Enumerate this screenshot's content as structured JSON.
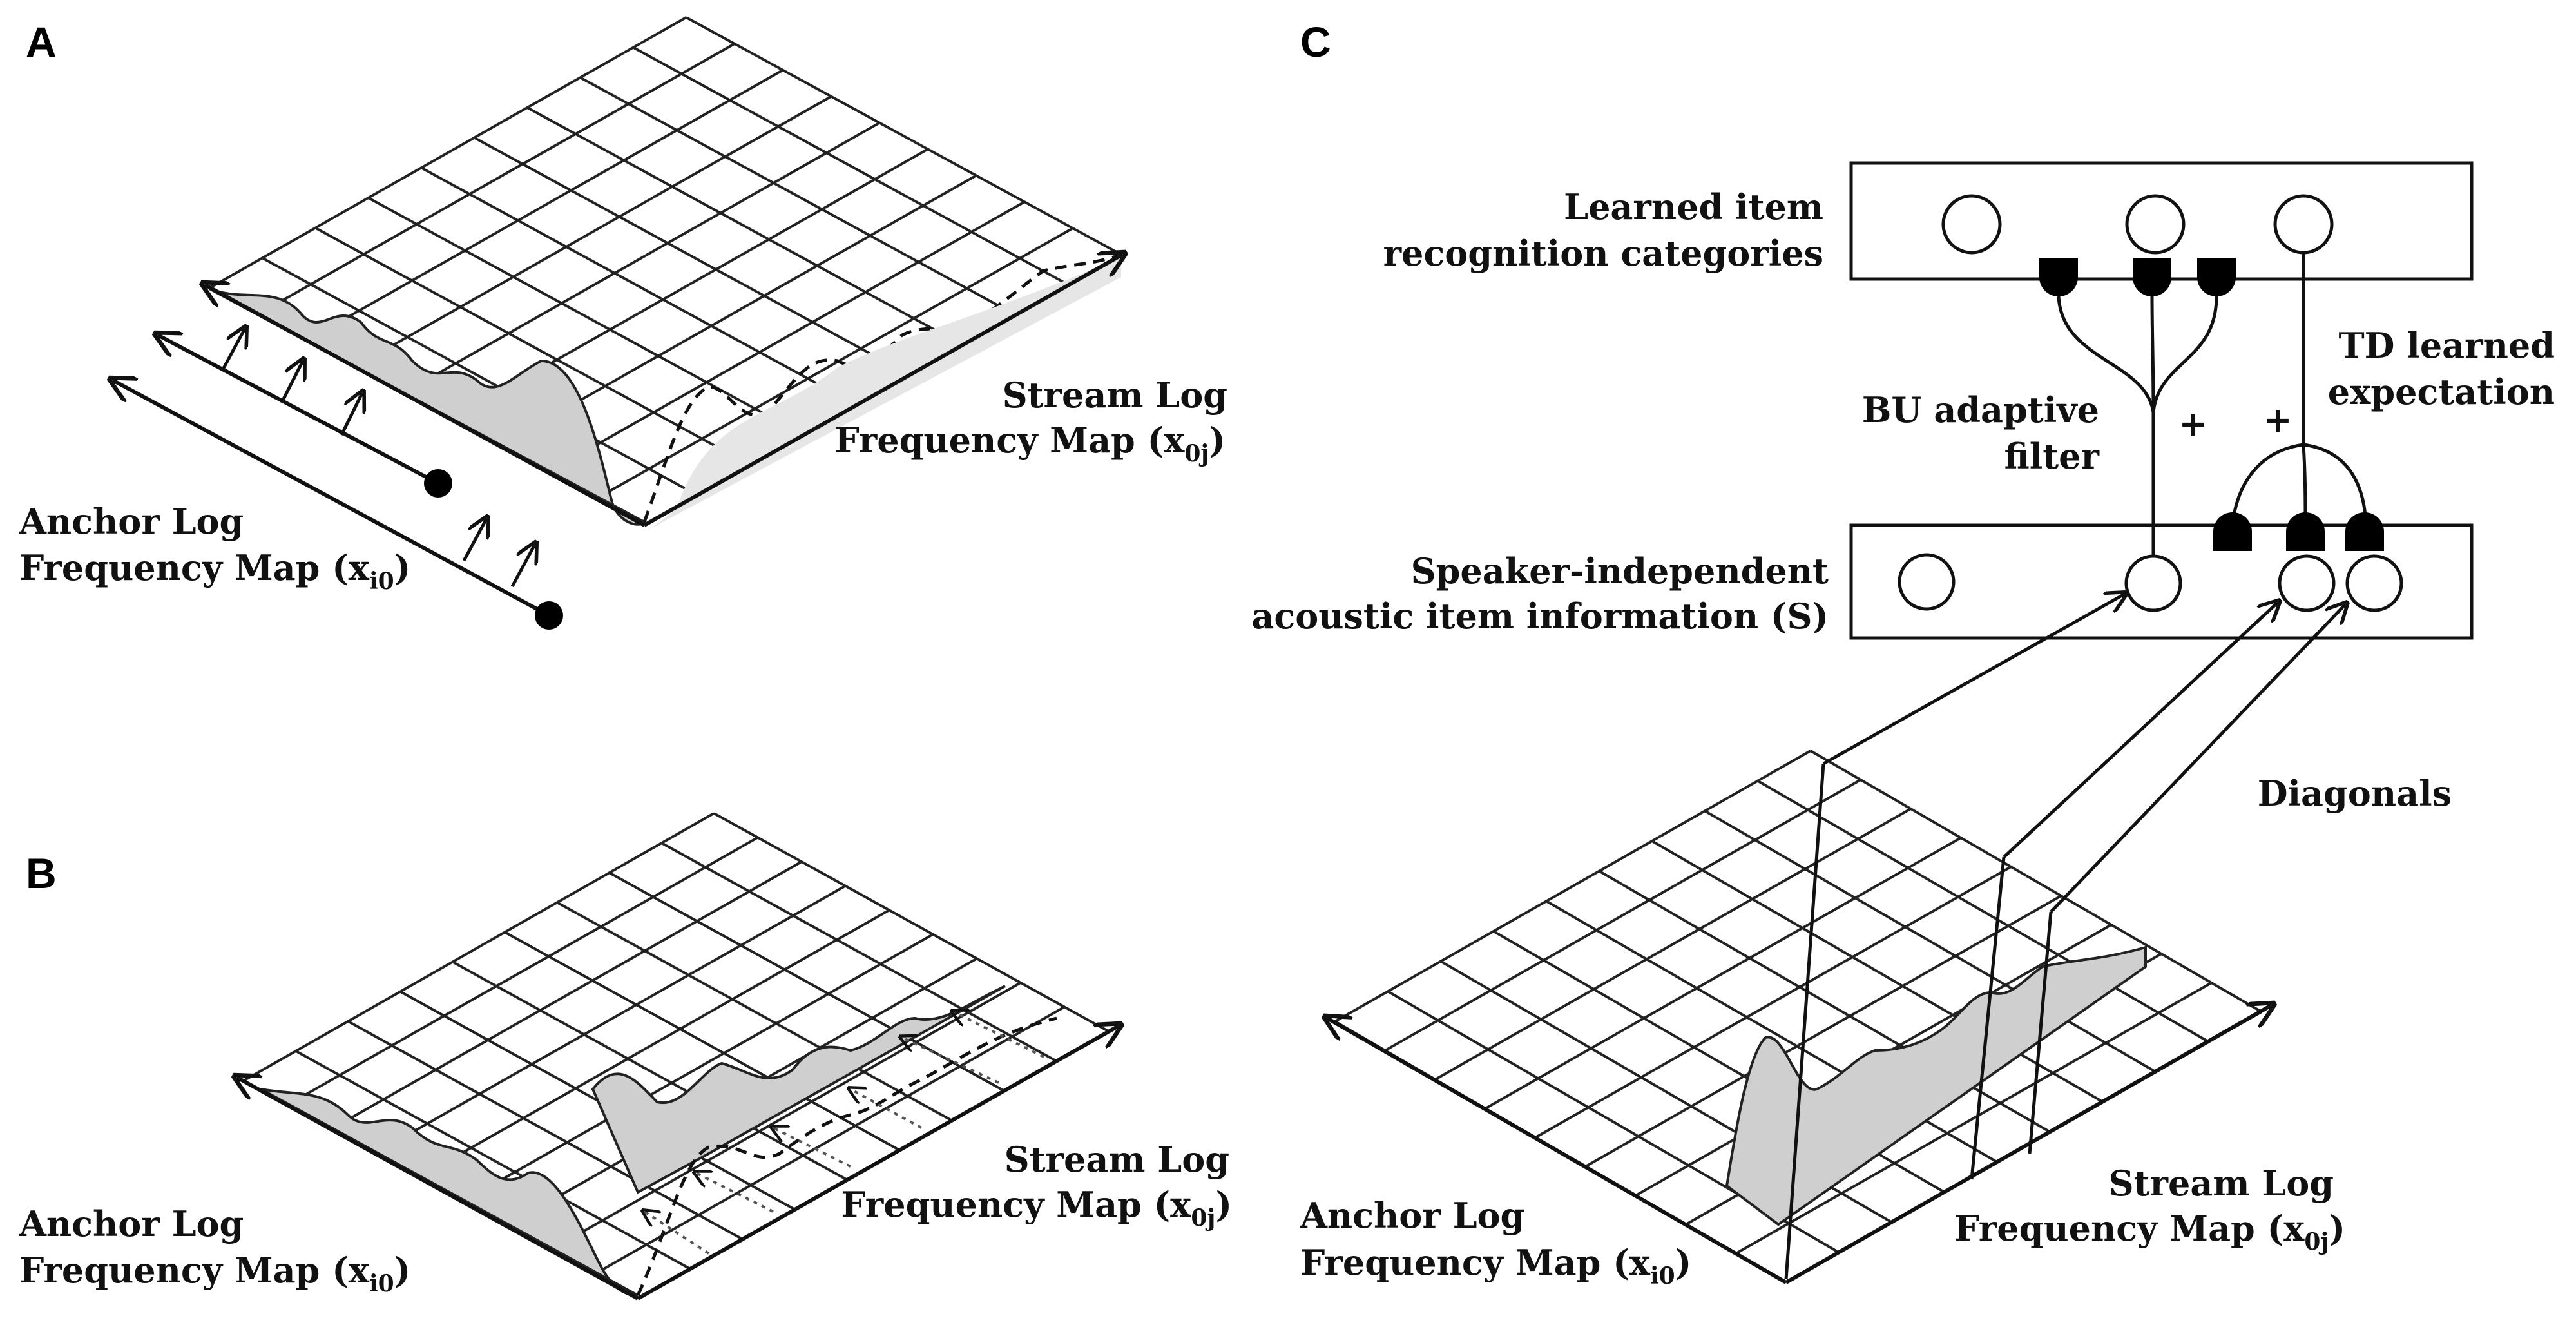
{
  "panels": {
    "a": "A",
    "b": "B",
    "c": "C"
  },
  "panel_a": {
    "stream_label": [
      "Stream Log",
      "Frequency Map (x",
      "0j",
      ")"
    ],
    "anchor_label": [
      "Anchor Log",
      "Frequency Map (x",
      "i0",
      ")"
    ]
  },
  "panel_b": {
    "stream_label": [
      "Stream Log",
      "Frequency Map (x",
      "0j",
      ")"
    ],
    "anchor_label": [
      "Anchor Log",
      "Frequency Map (x",
      "i0",
      ")"
    ]
  },
  "panel_c": {
    "recognition_label": [
      "Learned item",
      "recognition categories"
    ],
    "acoustic_label": [
      "Speaker-independent",
      "acoustic item information (S)"
    ],
    "bu_label": [
      "BU adaptive",
      "filter"
    ],
    "td_label": [
      "TD learned",
      "expectation"
    ],
    "plus": "+",
    "diagonals_label": "Diagonals",
    "stream_label": [
      "Stream Log",
      "Frequency Map (x",
      "0j",
      ")"
    ],
    "anchor_label": [
      "Anchor Log",
      "Frequency Map (x",
      "i0",
      ")"
    ]
  },
  "colors": {
    "ink": "#111111",
    "shade": "#cfcfcf",
    "background": "#ffffff"
  }
}
